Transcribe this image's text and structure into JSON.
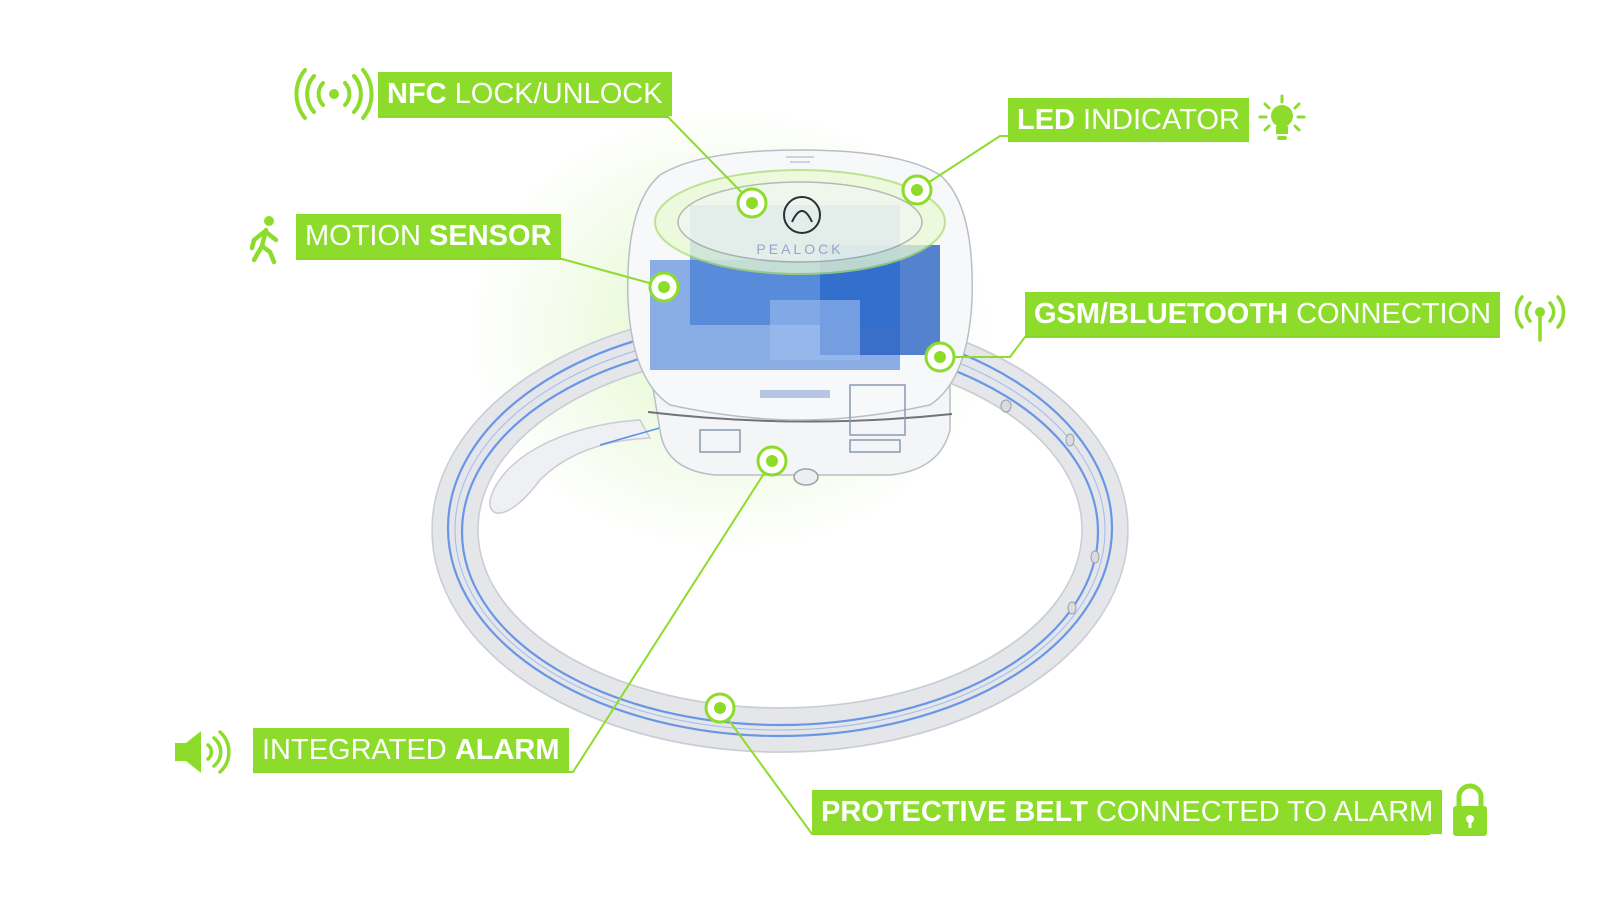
{
  "accent_color": "#8ddc2c",
  "device_color": "#2f6fd1",
  "brand_mark": "PEALOCK",
  "callouts": {
    "nfc": {
      "bold": "NFC",
      "text": " LOCK/UNLOCK",
      "icon": "nfc-signal-icon"
    },
    "led": {
      "bold": "LED",
      "text": " INDICATOR",
      "icon": "lightbulb-icon"
    },
    "motion": {
      "text": "MOTION ",
      "bold": "SENSOR",
      "icon": "walking-person-icon"
    },
    "gsm": {
      "bold": "GSM/BLUETOOTH",
      "text": " CONNECTION",
      "icon": "antenna-icon"
    },
    "alarm": {
      "text": "INTEGRATED ",
      "bold": "ALARM",
      "icon": "speaker-icon"
    },
    "belt": {
      "bold": "PROTECTIVE BELT",
      "text": " CONNECTED TO ALARM",
      "icon": "padlock-icon"
    }
  }
}
